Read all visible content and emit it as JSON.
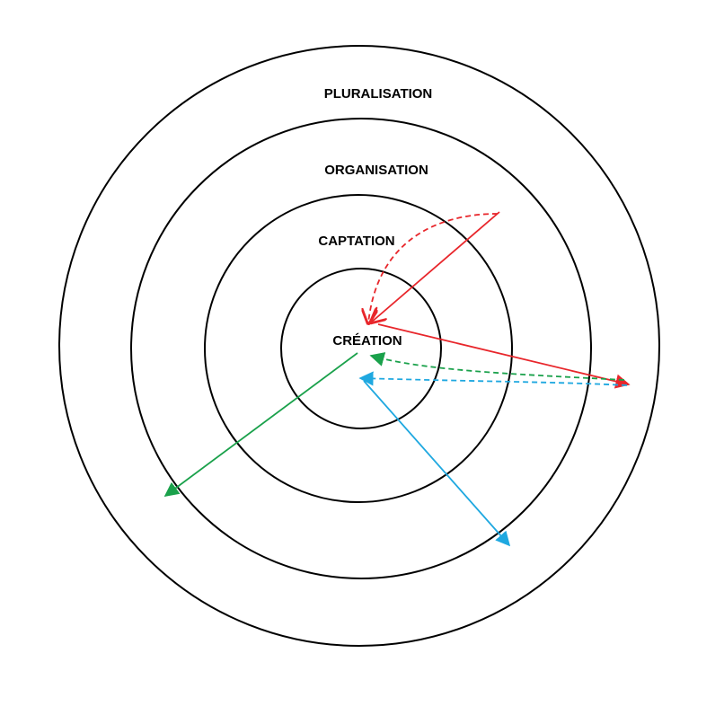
{
  "rings": [
    {
      "label": "PLURALISATION"
    },
    {
      "label": "ORGANISATION"
    },
    {
      "label": "CAPTATION"
    },
    {
      "label": "CRÉATION"
    }
  ],
  "colors": {
    "red": "#e8262b",
    "green": "#1aa14b",
    "blue": "#1fa8e0",
    "ring": "#000000"
  }
}
